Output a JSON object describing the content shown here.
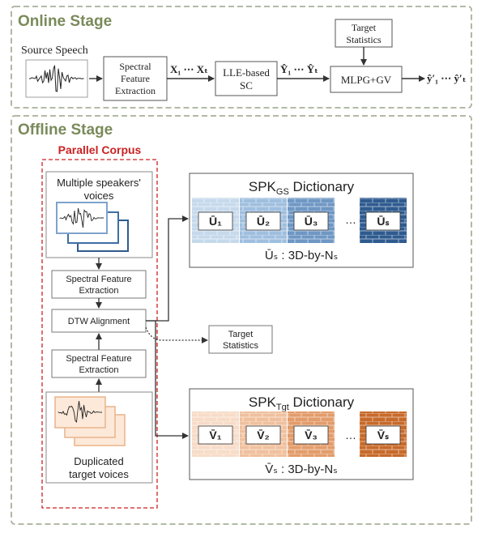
{
  "online_stage": {
    "title": "Online Stage",
    "source_label": "Source Speech",
    "feature_extraction": [
      "Spectral",
      "Feature",
      "Extraction"
    ],
    "x_seq": "X₁ ⋯ Xₜ",
    "lle_box": [
      "LLE-based",
      "SC"
    ],
    "yhat_seq": "Ŷ₁ ⋯ Ŷₜ",
    "target_stats": [
      "Target",
      "Statistics"
    ],
    "mlpg_box": "MLPG+GV",
    "output_seq": "ŷ′₁ ⋯ ŷ′ₜ"
  },
  "offline_stage": {
    "title": "Offline Stage",
    "corpus_title": "Parallel Corpus",
    "speakers_label": [
      "Multiple speakers'",
      "voices"
    ],
    "spectral_top": [
      "Spectral Feature",
      "Extraction"
    ],
    "dtw": "DTW Alignment",
    "spectral_bottom": [
      "Spectral Feature",
      "Extraction"
    ],
    "target_label": [
      "Duplicated",
      "target voices"
    ],
    "target_stats": [
      "Target",
      "Statistics"
    ]
  },
  "dictionaries": {
    "gs": {
      "title_main": "SPK",
      "title_sub": "GS",
      "title_rest": " Dictionary",
      "cells": [
        "Ū₁",
        "Ū₂",
        "Ū₃",
        "Ūₛ"
      ],
      "ellipsis": "…",
      "caption": "Ūₛ : 3D-by-Nₛ",
      "colors": [
        "#c6d9ec",
        "#9fbfdf",
        "#6f97c4",
        "#2f5b8f"
      ]
    },
    "tgt": {
      "title_main": "SPK",
      "title_sub": "Tgt",
      "title_rest": " Dictionary",
      "cells": [
        "V̄₁",
        "V̄₂",
        "V̄₃",
        "V̄ₛ"
      ],
      "ellipsis": "…",
      "caption": "V̄ₛ : 3D-by-Nₛ",
      "colors": [
        "#f7dcc8",
        "#f0c09e",
        "#e39c6b",
        "#c76a2a"
      ]
    }
  },
  "colors": {
    "stage_border": "#a8b09a",
    "stage_title": "#7a8a5a",
    "corpus_red": "#cc2222",
    "box_border": "#555555"
  }
}
